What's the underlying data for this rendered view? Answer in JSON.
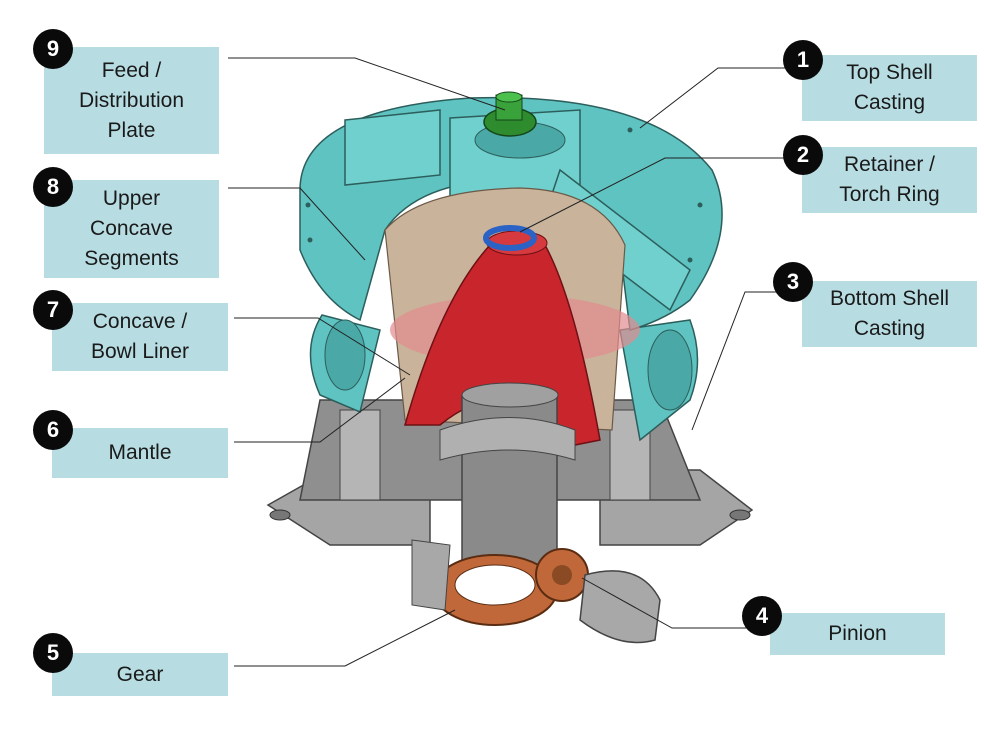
{
  "colors": {
    "label_bg": "#b7dde3",
    "badge_bg": "#0a0a0a",
    "shell_teal": "#5fc3c1",
    "mantle_red": "#c8262c",
    "frame_gray": "#9a9a9a",
    "gear_copper": "#c0683a",
    "feed_green": "#2e8b2e",
    "ring_blue": "#2a62c6",
    "liner_tan": "#c9b39a"
  },
  "parts": [
    {
      "number": "1",
      "name": "Top Shell\nCasting"
    },
    {
      "number": "2",
      "name": "Retainer /\nTorch Ring"
    },
    {
      "number": "3",
      "name": "Bottom Shell\nCasting"
    },
    {
      "number": "4",
      "name": "Pinion"
    },
    {
      "number": "5",
      "name": "Gear"
    },
    {
      "number": "6",
      "name": "Mantle"
    },
    {
      "number": "7",
      "name": "Concave /\nBowl Liner"
    },
    {
      "number": "8",
      "name": "Upper\nConcave\nSegments"
    },
    {
      "number": "9",
      "name": "Feed /\nDistribution\nPlate"
    }
  ]
}
